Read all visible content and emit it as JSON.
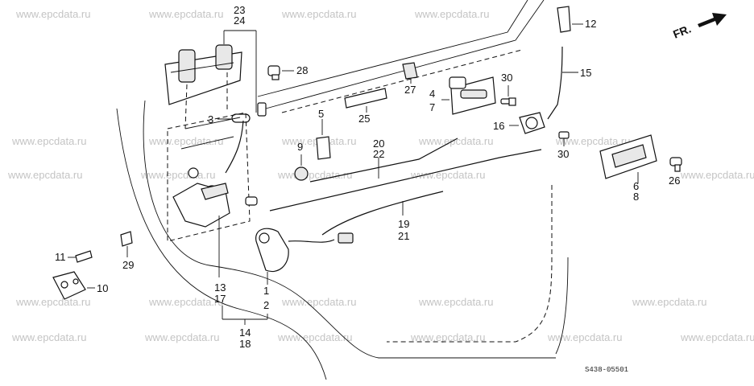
{
  "watermark": "www.epcdata.ru",
  "diagram_code": "S438-05501",
  "direction_label": "FR.",
  "callouts": {
    "c23": "23",
    "c24": "24",
    "c28": "28",
    "c3": "3",
    "c5": "5",
    "c25": "25",
    "c27": "27",
    "c4": "4",
    "c7": "7",
    "c30a": "30",
    "c30b": "30",
    "c12": "12",
    "c15": "15",
    "c16": "16",
    "c9": "9",
    "c20": "20",
    "c22": "22",
    "c19": "19",
    "c21": "21",
    "c6": "6",
    "c8": "8",
    "c26": "26",
    "c11": "11",
    "c29": "29",
    "c10": "10",
    "c13": "13",
    "c17": "17",
    "c1": "1",
    "c2": "2",
    "c14": "14",
    "c18": "18"
  }
}
